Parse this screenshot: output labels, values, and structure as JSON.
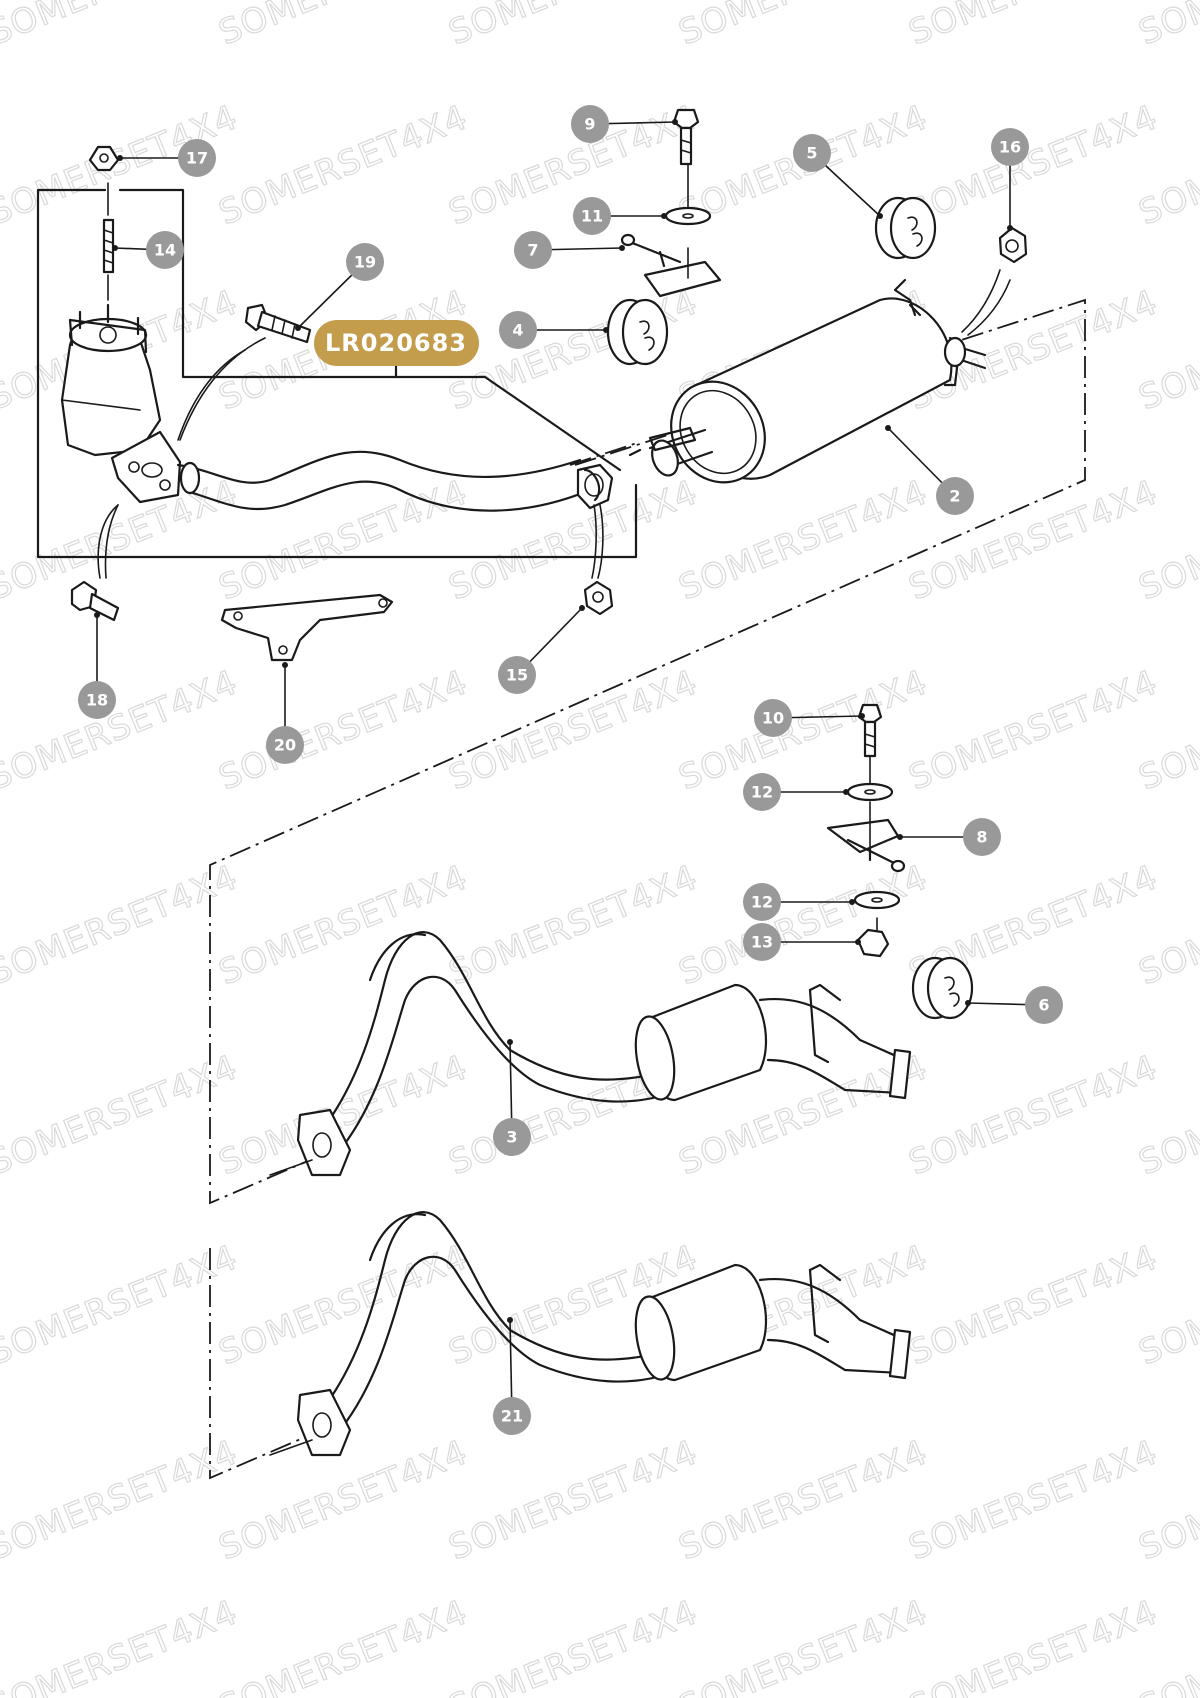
{
  "watermark": "SOMERSET4X4",
  "part_number": "LR020683",
  "callouts": [
    {
      "id": "c2",
      "label": "2"
    },
    {
      "id": "c3",
      "label": "3"
    },
    {
      "id": "c4",
      "label": "4"
    },
    {
      "id": "c5",
      "label": "5"
    },
    {
      "id": "c6",
      "label": "6"
    },
    {
      "id": "c7",
      "label": "7"
    },
    {
      "id": "c8",
      "label": "8"
    },
    {
      "id": "c9",
      "label": "9"
    },
    {
      "id": "c10",
      "label": "10"
    },
    {
      "id": "c11",
      "label": "11"
    },
    {
      "id": "c12a",
      "label": "12"
    },
    {
      "id": "c12b",
      "label": "12"
    },
    {
      "id": "c13",
      "label": "13"
    },
    {
      "id": "c14",
      "label": "14"
    },
    {
      "id": "c15",
      "label": "15"
    },
    {
      "id": "c16",
      "label": "16"
    },
    {
      "id": "c17",
      "label": "17"
    },
    {
      "id": "c18",
      "label": "18"
    },
    {
      "id": "c19",
      "label": "19"
    },
    {
      "id": "c20",
      "label": "20"
    },
    {
      "id": "c21",
      "label": "21"
    }
  ],
  "colors": {
    "callout": "#999999",
    "part_number_badge": "#c39c4c",
    "watermark": "#d9d9d9",
    "line": "#1a1a1a"
  }
}
